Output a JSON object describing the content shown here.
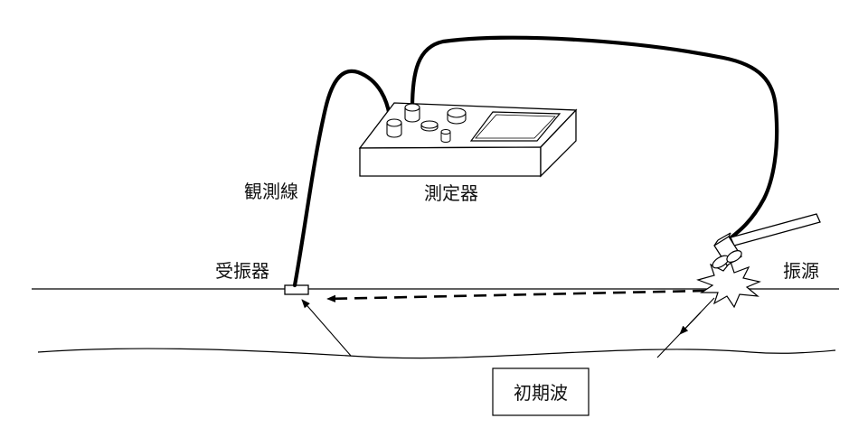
{
  "labels": {
    "instrument": "測定器",
    "cable": "観測線",
    "receiver": "受振器",
    "source": "振源",
    "first_wave": "初期波"
  },
  "colors": {
    "ink": "#000000",
    "device_top": "#ffffff",
    "screen": "#f2f2f2",
    "burst": "#ffffff"
  },
  "icons": {
    "instrument": "measuring-instrument-icon",
    "receiver": "geophone-icon",
    "source": "sledgehammer-icon",
    "impact": "impact-burst-icon"
  }
}
